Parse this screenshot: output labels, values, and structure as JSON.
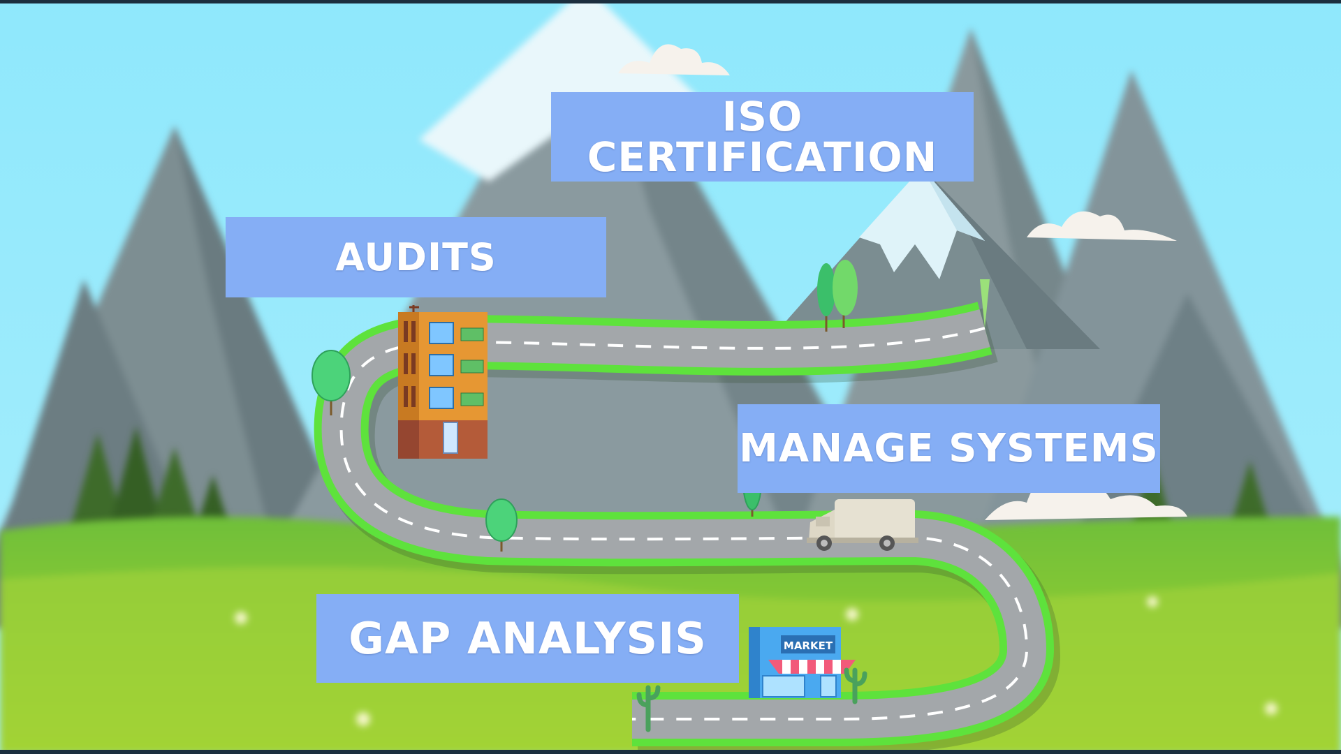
{
  "labels": {
    "iso_line1": "ISO",
    "iso_line2": "CERTIFICATION",
    "audits": "AUDITS",
    "manage_systems": "MANAGE SYSTEMS",
    "gap_analysis": "GAP ANALYSIS"
  },
  "market_sign": "MARKET",
  "colors": {
    "sky": "#8fe6fb",
    "label_bg": "#85aef5",
    "label_text": "#ffffff",
    "road": "#a4a8ab",
    "road_edge": "#5ee23c",
    "grass": "#8ccf3a"
  },
  "icons": [
    "building-icon",
    "truck-icon",
    "market-icon",
    "tree-icon",
    "cloud-icon",
    "mountain-icon",
    "cactus-icon"
  ]
}
